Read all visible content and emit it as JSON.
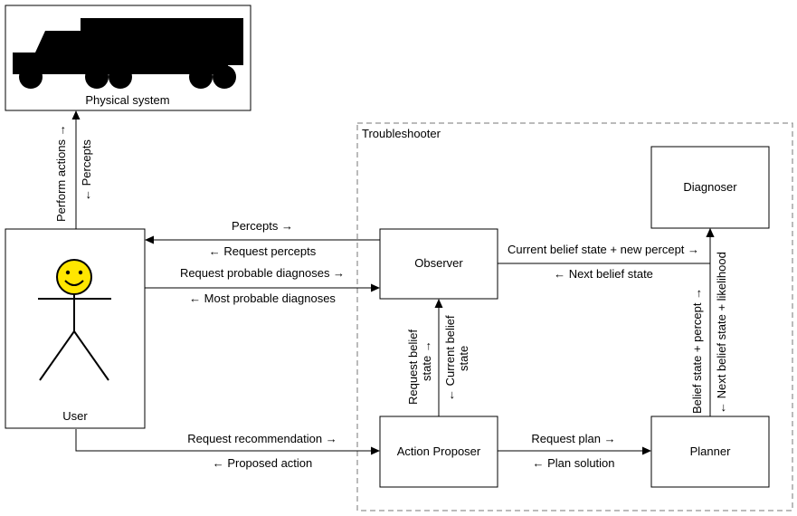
{
  "diagram": {
    "nodes": {
      "physical_system": "Physical system",
      "troubleshooter": "Troubleshooter",
      "user": "User",
      "observer": "Observer",
      "diagnoser": "Diagnoser",
      "action_proposer": "Action Proposer",
      "planner": "Planner"
    },
    "edges": {
      "perform_actions": "Perform actions →",
      "percepts_up": "← Percepts",
      "percepts_user": "Percepts →",
      "request_percepts": "← Request percepts",
      "request_probable_diagnoses": "Request probable diagnoses →",
      "most_probable_diagnoses": "← Most probable diagnoses",
      "current_belief_new_percept": "Current belief state + new percept →",
      "next_belief_state": "← Next belief state",
      "request_belief_state_1": "Request belief",
      "request_belief_state_2": "state →",
      "current_belief_state_1": "← Current belief",
      "current_belief_state_2": "state",
      "belief_state_percept": "Belief state + percept →",
      "next_belief_likelihood": "← Next belief state + likelihood",
      "request_recommendation": "Request recommendation →",
      "proposed_action": "← Proposed action",
      "request_plan": "Request plan →",
      "plan_solution": "← Plan solution"
    }
  },
  "colors": {
    "smiley_face": "#FFE600",
    "dashed_border": "#777777"
  },
  "icons": [
    "truck-icon",
    "stick-figure-user-icon"
  ]
}
